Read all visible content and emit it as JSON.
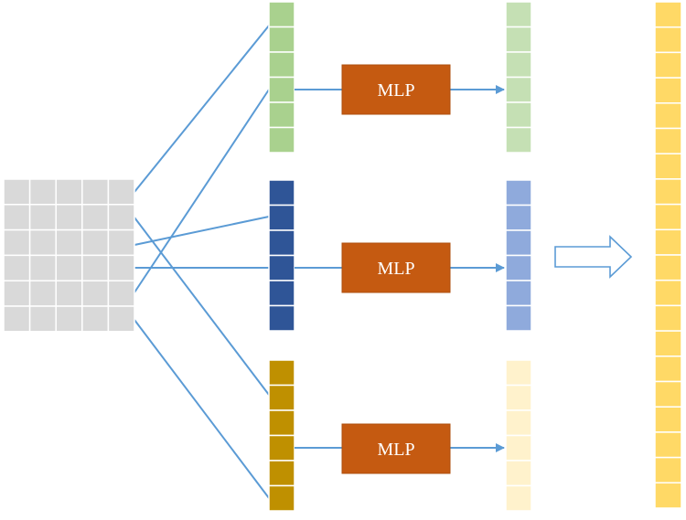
{
  "colors": {
    "input_grid_fill": "#d9d9d9",
    "input_grid_line": "#ffffff",
    "vector_green": "#a9d18e",
    "vector_blue": "#2f5597",
    "vector_gold": "#bf9000",
    "output_green": "#c5e0b4",
    "output_blue": "#8faadc",
    "output_cream": "#fff2cc",
    "final_vector": "#ffd966",
    "mlp_box": "#c55a11",
    "connector_line": "#5b9bd5"
  },
  "input_grid": {
    "rows": 6,
    "cols": 5
  },
  "branches": [
    {
      "vector_color": "vector_green",
      "output_color": "output_green",
      "cells": 6,
      "mlp_label": "MLP"
    },
    {
      "vector_color": "vector_blue",
      "output_color": "output_blue",
      "cells": 6,
      "mlp_label": "MLP"
    },
    {
      "vector_color": "vector_gold",
      "output_color": "output_cream",
      "cells": 6,
      "mlp_label": "MLP"
    }
  ],
  "final_vector": {
    "cells": 20
  },
  "icons": {
    "concat_arrow": "hollow-right-arrow-icon"
  }
}
